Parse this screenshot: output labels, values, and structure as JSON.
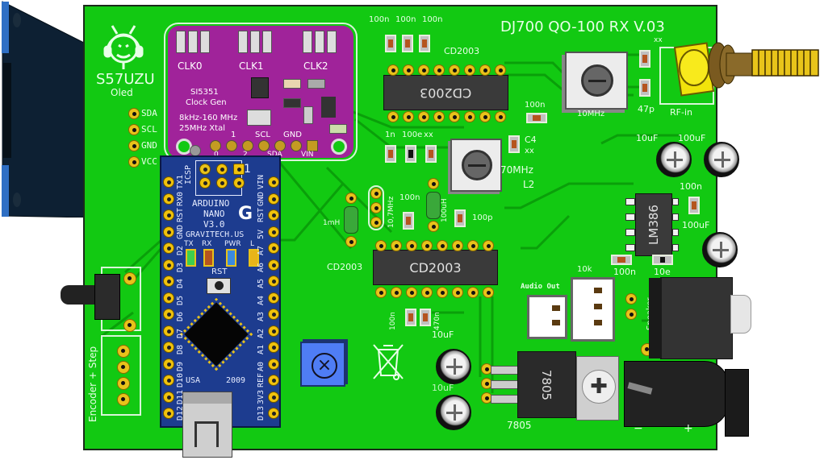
{
  "board": {
    "title": "DJ700 QO-100 RX V.03",
    "author_callsign": "S57UZU",
    "colors": {
      "pcb": "#12c912",
      "silkscreen": "#e8ffe8",
      "si5351_board": "#a0239a",
      "arduino_board": "#1d3c8f",
      "connector_gold": "#e8c21a"
    }
  },
  "oled_header": {
    "label": "Oled",
    "pins": [
      "SDA",
      "SCL",
      "GND",
      "VCC"
    ]
  },
  "si5351": {
    "name": "SI5351",
    "subtitle": "Clock Gen",
    "freq_range": "8kHz-160 MHz",
    "xtal": "25MHz Xtal",
    "outputs": [
      "CLK0",
      "CLK1",
      "CLK2"
    ],
    "pin_top_labels": [
      "1",
      "SCL",
      "GND"
    ],
    "pin_bottom_labels": [
      "0",
      "2",
      "SDA",
      "VIN"
    ]
  },
  "arduino": {
    "name": "ARDUINO",
    "model": "NANO",
    "version": "V3.0",
    "maker": "GRAVITECH.US",
    "icsp_label": "ICSP",
    "icsp_pin1": "1",
    "leds": [
      "TX",
      "RX",
      "PWR",
      "L"
    ],
    "reset_label": "RST",
    "country": "USA",
    "year": "2009",
    "left_pins": [
      "TX1",
      "RX0",
      "RST",
      "GND",
      "D2",
      "D3",
      "D4",
      "D5",
      "D6",
      "D7",
      "D8",
      "D9",
      "D10",
      "D11",
      "D12"
    ],
    "right_pins": [
      "VIN",
      "GND",
      "RST",
      "5V",
      "A7",
      "A6",
      "A5",
      "A4",
      "A3",
      "A2",
      "A1",
      "A0",
      "REF",
      "3V3",
      "D13"
    ]
  },
  "components": {
    "top_caps": [
      "100n",
      "100n",
      "100n"
    ],
    "ic1_ref": "CD2003",
    "ic1_marking": "CD2003",
    "cap_100n_right": "100n",
    "trimmer_top_label": "10MHz",
    "cap_47p": "47p",
    "xx_top": "xx",
    "rf_in": "RF-in",
    "row2_labels": [
      "1n",
      "100e",
      "xx"
    ],
    "c4_label": "C4",
    "c4_value": "xx",
    "trimmer_mid_freq": "70MHz",
    "trimmer_mid_ref": "L2",
    "inductor_1mh": "1mH",
    "crystal_10m7": "10,7MHz",
    "cap_100n_mid": "100n",
    "inductor_100uh": "100uH",
    "cap_100p": "100p",
    "ic2_ref": "CD2003",
    "ic2_marking": "CD2003",
    "cap_100n_bot": "100n",
    "cap_470n": "470n",
    "elec_caps_top": [
      "10uF",
      "100uF"
    ],
    "cap_100n_lm": "100n",
    "lm386": "LM386",
    "elec_100uf_mid": "100uF",
    "cap_100n_low": "100n",
    "res_10e": "10e",
    "pot_10k": "10k",
    "audio_out": "Audio Out",
    "speaker": "Speaker",
    "elec_10uf_1": "10uF",
    "elec_10uf_2": "10uF",
    "reg_marking": "7805",
    "reg_ref": "7805",
    "power_polarity": [
      "−",
      "+"
    ],
    "encoder": "Encoder + Step"
  }
}
